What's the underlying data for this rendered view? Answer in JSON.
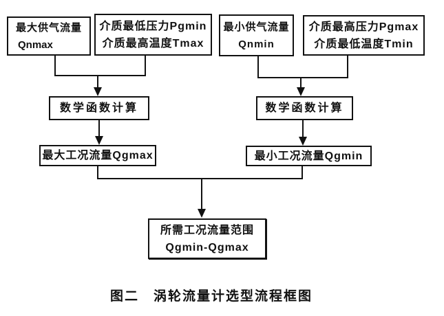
{
  "figure": {
    "caption": "图二　涡轮流量计选型流程框图"
  },
  "colors": {
    "line": "#111111",
    "text": "#111111",
    "box_background": "#ffffff",
    "page_background": "#ffffff"
  },
  "nodes": {
    "qnmax": {
      "line1": "最大供气流量",
      "line2": "Qnmax"
    },
    "pgmin_tmax": {
      "line1": "介质最低压力Pgmin",
      "line2": "介质最高温度Tmax"
    },
    "qnmin": {
      "line1": "最小供气流量",
      "line2": "Qnmin"
    },
    "pgmax_tmin": {
      "line1": "介质最高压力Pgmax",
      "line2": "介质最低温度Tmin"
    },
    "calc_left": {
      "label": "数学函数计算"
    },
    "calc_right": {
      "label": "数学函数计算"
    },
    "qgmax": {
      "label": "最大工况流量Qgmax"
    },
    "qgmin": {
      "label": "最小工况流量Qgmin"
    },
    "range": {
      "line1": "所需工况流量范围",
      "line2": "Qgmin-Qgmax"
    }
  },
  "edges": [
    {
      "from": [
        "qnmax",
        "pgmin_tmax"
      ],
      "to": "calc_left"
    },
    {
      "from": [
        "calc_left"
      ],
      "to": "qgmax"
    },
    {
      "from": [
        "qnmin",
        "pgmax_tmin"
      ],
      "to": "calc_right"
    },
    {
      "from": [
        "calc_right"
      ],
      "to": "qgmin"
    },
    {
      "from": [
        "qgmax",
        "qgmin"
      ],
      "to": "range"
    }
  ]
}
